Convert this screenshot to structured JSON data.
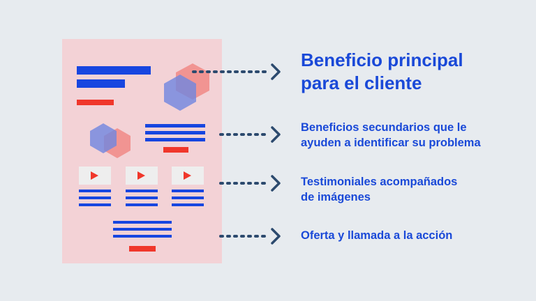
{
  "colors": {
    "background": "#e7ebef",
    "mockup": "#f3d2d6",
    "block_blue": "#1746e0",
    "block_red": "#f0372b",
    "hex_blue": "#6f86e0",
    "hex_red": "#f08a86",
    "arrow": "#2c4a6e",
    "label_text": "#1a49d8"
  },
  "labels": {
    "main_benefit_line1": "Beneficio principal",
    "main_benefit_line2": "para el cliente",
    "secondary_line1": "Beneficios secundarios que le",
    "secondary_line2": "ayuden a identificar su problema",
    "testimonials_line1": "Testimoniales acompañados",
    "testimonials_line2": "de imágenes",
    "offer": "Oferta y llamada a la acción"
  },
  "icons": {
    "arrow": "dotted-arrow-right-icon",
    "video": "play-icon",
    "shape": "hexagon-icon"
  }
}
